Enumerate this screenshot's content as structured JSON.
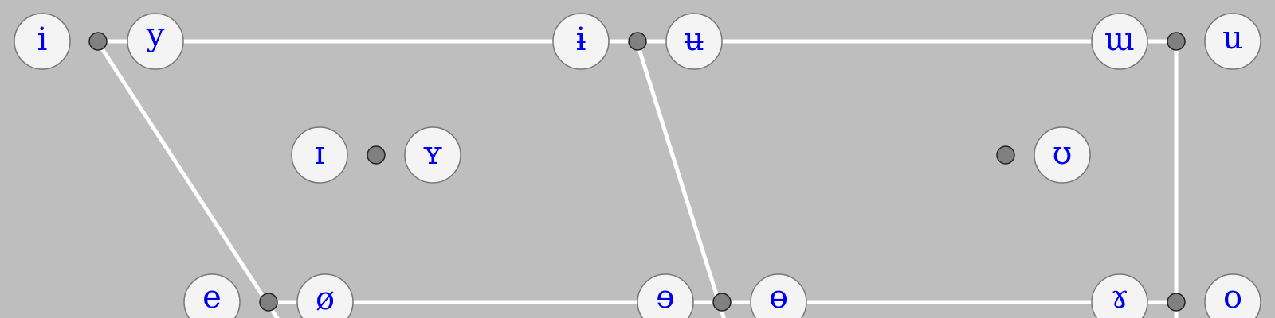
{
  "colors": {
    "background": "#bebebe",
    "line": "#ffffff",
    "bubble_fill": "#f4f4f4",
    "bubble_stroke": "#777777",
    "dot_fill": "#808080",
    "dot_stroke": "#222222",
    "glyph": "#0000ee"
  },
  "vowels": {
    "close_front_unrounded": "i",
    "close_front_rounded": "y",
    "close_central_unrounded": "ɨ",
    "close_central_rounded": "ʉ",
    "close_back_unrounded": "ɯ",
    "close_back_rounded": "u",
    "near_close_front_unrounded": "ɪ",
    "near_close_front_rounded": "ʏ",
    "near_close_back_rounded": "ʊ",
    "close_mid_front_unrounded": "e",
    "close_mid_front_rounded": "ø",
    "close_mid_central_unrounded": "ɘ",
    "close_mid_central_rounded": "ɵ",
    "close_mid_back_unrounded": "ɤ",
    "close_mid_back_rounded": "o"
  }
}
